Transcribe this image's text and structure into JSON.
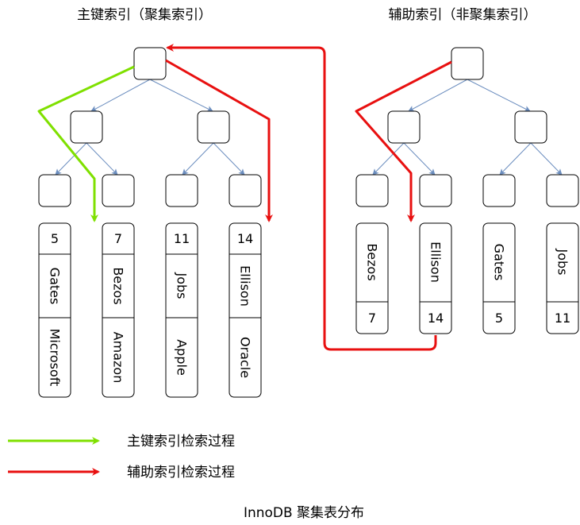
{
  "titles": {
    "clustered": "主键索引（聚集索引）",
    "secondary": "辅助索引（非聚集索引）",
    "caption": "InnoDB 聚集表分布"
  },
  "legend": {
    "green_label": "主键索引检索过程",
    "red_label": "辅助索引检索过程"
  },
  "colors": {
    "green": "#7FE000",
    "red": "#E81010",
    "edge": "#6C8EBF"
  },
  "clustered_leaves": [
    {
      "id": "5",
      "name": "Gates",
      "company": "Microsoft"
    },
    {
      "id": "7",
      "name": "Bezos",
      "company": "Amazon"
    },
    {
      "id": "11",
      "name": "Jobs",
      "company": "Apple"
    },
    {
      "id": "14",
      "name": "Ellison",
      "company": "Oracle"
    }
  ],
  "secondary_leaves": [
    {
      "name": "Bezos",
      "id": "7"
    },
    {
      "name": "Ellison",
      "id": "14"
    },
    {
      "name": "Gates",
      "id": "5"
    },
    {
      "name": "Jobs",
      "id": "11"
    }
  ]
}
